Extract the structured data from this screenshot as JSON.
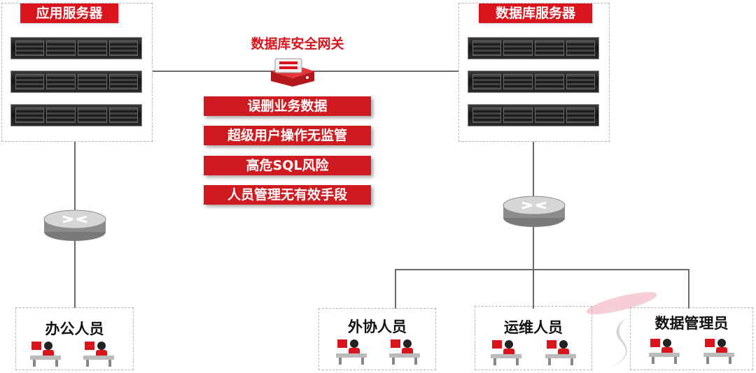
{
  "app_server": {
    "title": "应用服务器"
  },
  "db_server": {
    "title": "数据库服务器"
  },
  "gateway": {
    "label": "数据库安全网关",
    "icon": "firewall-icon"
  },
  "risks": [
    "误删业务数据",
    "超级用户操作无监管",
    "高危SQL风险",
    "人员管理无有效手段"
  ],
  "groups": {
    "office": "办公人员",
    "outsourcing": "外协人员",
    "ops": "运维人员",
    "dba": "数据管理员"
  },
  "colors": {
    "accent": "#d9141c",
    "connector": "#6a6a6a",
    "border": "#b4b4b4"
  }
}
